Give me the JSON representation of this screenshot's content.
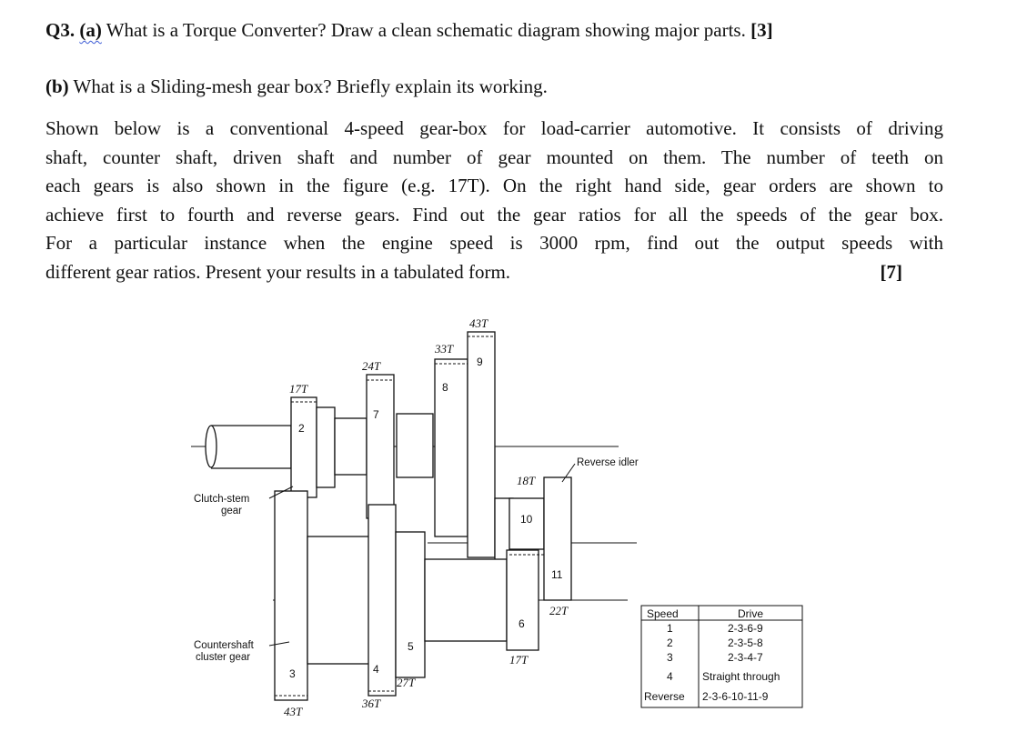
{
  "question": {
    "number": "Q3.",
    "part_a_label": "(a)",
    "part_a_text": " What is a Torque Converter? Draw a clean schematic diagram showing major parts. ",
    "part_a_marks": "[3]",
    "part_b_label": "(b)",
    "part_b_text": " What is a Sliding-mesh gear box? Briefly explain its working.",
    "paragraph_lines": [
      "Shown below is a conventional 4-speed gear-box for load-carrier automotive. It consists of driving",
      "shaft, counter shaft, driven shaft and number of gear mounted on them. The number of teeth on",
      "each gears is also shown in the figure (e.g. 17T). On the right hand side, gear orders are shown to",
      "achieve first to fourth and reverse gears. Find out the gear ratios for all the speeds of the gear box.",
      "For a particular instance when the engine speed is 3000 rpm, find out the output speeds with"
    ],
    "last_line": "different gear ratios. Present your results in a tabulated form.",
    "part_b_marks": "[7]"
  },
  "figure": {
    "teeth_labels": [
      "17T",
      "24T",
      "33T",
      "43T",
      "18T",
      "22T",
      "17T",
      "27T",
      "36T",
      "43T"
    ],
    "gear_numbers": [
      "2",
      "7",
      "8",
      "9",
      "10",
      "11",
      "6",
      "5",
      "4",
      "3"
    ],
    "callouts": {
      "clutch_stem_line1": "Clutch-stem",
      "clutch_stem_line2": "gear",
      "countershaft_line1": "Countershaft",
      "countershaft_line2": "cluster gear",
      "reverse_idler": "Reverse idler"
    }
  },
  "gear_table": {
    "headers": [
      "Speed",
      "Drive"
    ],
    "rows": [
      {
        "speed": "1",
        "drive": "2-3-6-9"
      },
      {
        "speed": "2",
        "drive": "2-3-5-8"
      },
      {
        "speed": "3",
        "drive": "2-3-4-7"
      },
      {
        "speed": "4",
        "drive": "Straight through"
      },
      {
        "speed": "Reverse",
        "drive": "2-3-6-10-11-9"
      }
    ]
  }
}
